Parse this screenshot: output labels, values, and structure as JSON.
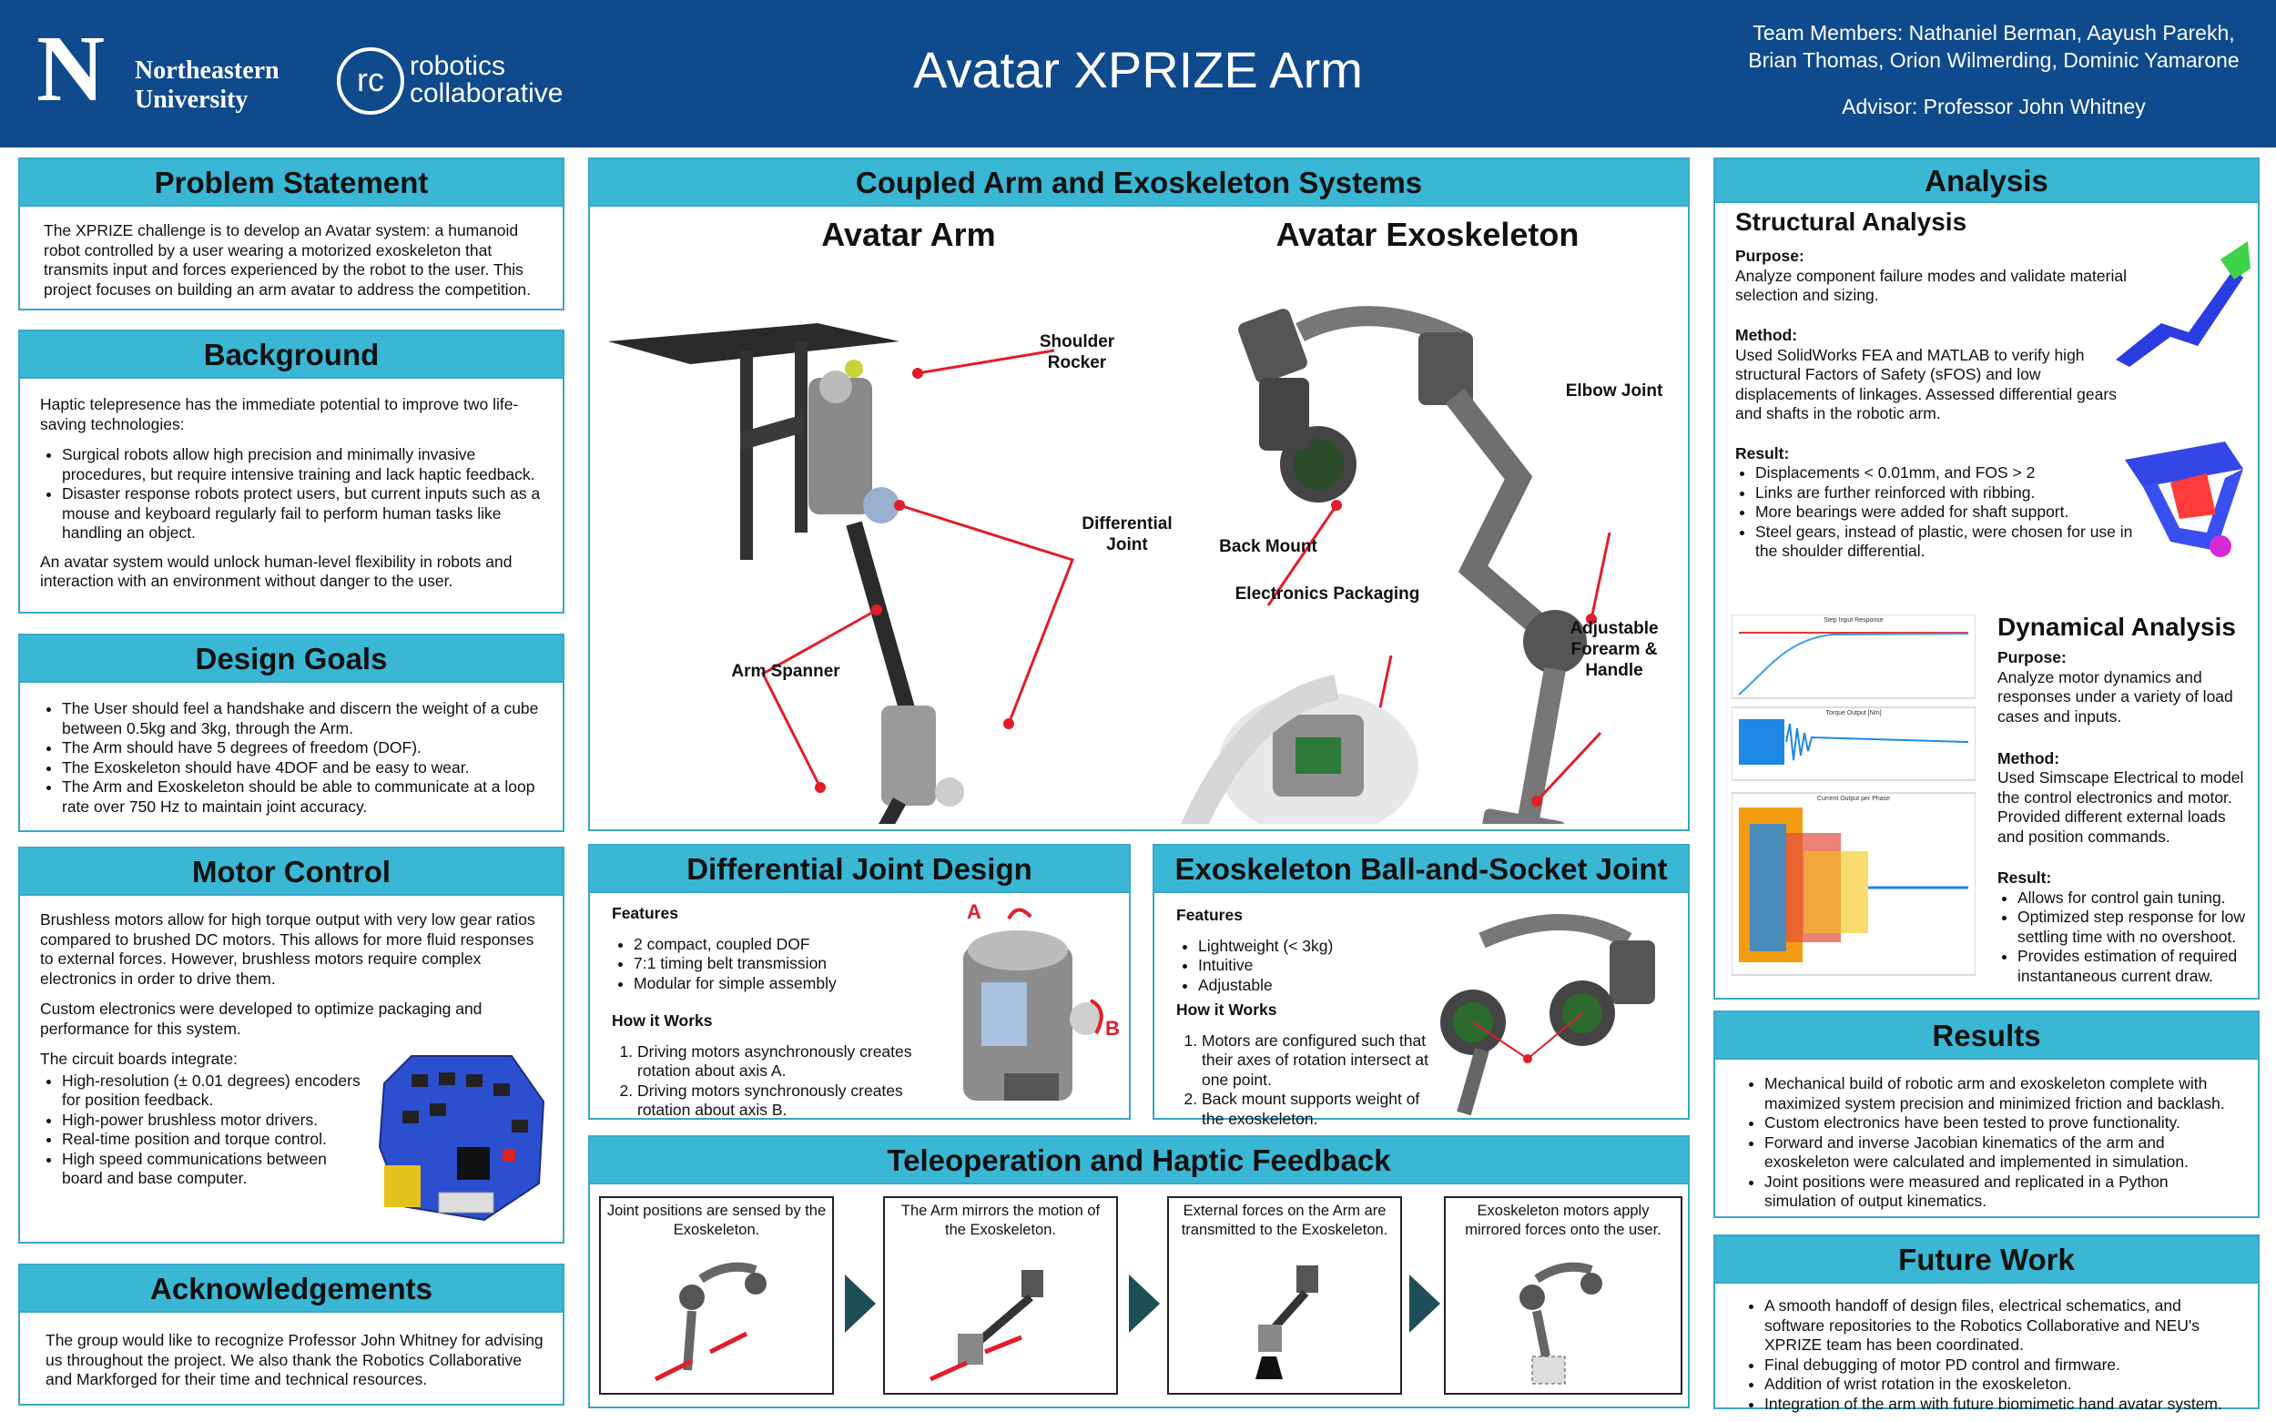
{
  "header": {
    "university_line1": "Northeastern",
    "university_line2": "University",
    "rc_mark": "rc",
    "rc_line1": "robotics",
    "rc_line2": "collaborative",
    "title": "Avatar XPRIZE Arm",
    "team_line1": "Team Members: Nathaniel Berman, Aayush Parekh,",
    "team_line2": "Brian Thomas, Orion Wilmerding, Dominic Yamarone",
    "advisor": "Advisor: Professor John Whitney"
  },
  "problem": {
    "title": "Problem Statement",
    "text": "The XPRIZE challenge is to develop an Avatar system: a humanoid robot controlled by a user wearing a motorized exoskeleton that transmits input and forces experienced by the robot to the user. This project focuses on building an arm avatar to address the competition."
  },
  "background": {
    "title": "Background",
    "intro": "Haptic telepresence has the immediate potential to improve two life-saving technologies:",
    "bullets": [
      "Surgical robots allow high precision and minimally invasive procedures, but require intensive training and lack haptic feedback.",
      "Disaster response robots protect users, but current inputs such as a mouse and keyboard regularly fail to perform human tasks like handling an object."
    ],
    "outro": "An avatar system would unlock human-level flexibility in robots and interaction with an environment without danger to the user."
  },
  "goals": {
    "title": "Design Goals",
    "bullets": [
      "The User should feel a handshake and discern the weight of a cube between 0.5kg and 3kg, through the Arm.",
      "The Arm should have 5 degrees of freedom (DOF).",
      "The Exoskeleton should have 4DOF and be easy to wear.",
      "The Arm and Exoskeleton should be able to communicate at a loop rate over 750 Hz to maintain joint accuracy."
    ]
  },
  "motor": {
    "title": "Motor Control",
    "p1": "Brushless motors allow for high torque output with very low gear ratios compared to brushed DC motors. This allows for more fluid responses to external forces. However, brushless motors require complex electronics in order to drive them.",
    "p2": "Custom electronics were developed to optimize packaging and performance for this system.",
    "p3": "The circuit boards integrate:",
    "bullets": [
      "High-resolution (± 0.01 degrees) encoders for position feedback.",
      "High-power brushless motor drivers.",
      "Real-time position and torque control.",
      "High speed communications between board and base computer."
    ]
  },
  "ack": {
    "title": "Acknowledgements",
    "text": "The group would like to recognize Professor John Whitney for advising us throughout the project. We also thank the Robotics Collaborative and Markforged for their time and technical resources."
  },
  "coupled": {
    "title": "Coupled Arm and Exoskeleton Systems",
    "arm_title": "Avatar Arm",
    "exo_title": "Avatar Exoskeleton",
    "labels": {
      "shoulder": "Shoulder Rocker",
      "differential": "Differential Joint",
      "spanner": "Arm Spanner",
      "elbow": "Elbow Joint",
      "back": "Back Mount",
      "electronics": "Electronics Packaging",
      "forearm": "Adjustable Forearm & Handle"
    }
  },
  "diff": {
    "title": "Differential Joint Design",
    "features_head": "Features",
    "features": [
      "2 compact, coupled DOF",
      "7:1 timing belt transmission",
      "Modular for simple assembly"
    ],
    "how_head": "How it Works",
    "how": [
      "Driving motors asynchronously creates rotation about axis A.",
      "Driving motors synchronously creates rotation about axis B."
    ],
    "axis_a": "A",
    "axis_b": "B"
  },
  "ball": {
    "title": "Exoskeleton Ball-and-Socket Joint",
    "features_head": "Features",
    "features": [
      "Lightweight (< 3kg)",
      "Intuitive",
      "Adjustable"
    ],
    "how_head": "How it Works",
    "how": [
      "Motors are configured such that their axes of rotation intersect at one point.",
      "Back mount supports weight of the exoskeleton."
    ]
  },
  "tele": {
    "title": "Teleoperation and Haptic Feedback",
    "steps": [
      "Joint positions are sensed by the Exoskeleton.",
      "The Arm mirrors the motion of the Exoskeleton.",
      "External forces on the Arm are transmitted to the Exoskeleton.",
      "Exoskeleton motors apply mirrored forces onto the user."
    ]
  },
  "analysis": {
    "title": "Analysis",
    "structural": "Structural Analysis",
    "purpose_head": "Purpose:",
    "purpose": "Analyze component failure modes and validate material selection and sizing.",
    "method_head": "Method:",
    "method": "Used SolidWorks FEA and MATLAB to verify high structural Factors of Safety (sFOS) and low displacements of linkages. Assessed differential gears and shafts in the robotic arm.",
    "result_head": "Result:",
    "results": [
      "Displacements < 0.01mm, and FOS > 2",
      "Links are further reinforced with ribbing.",
      "More bearings were added for shaft support.",
      "Steel gears, instead of plastic, were chosen for use in the shoulder differential."
    ],
    "dynamical": "Dynamical Analysis",
    "d_purpose_head": "Purpose:",
    "d_purpose": "Analyze motor dynamics and responses under a variety of load cases and inputs.",
    "d_method_head": "Method:",
    "d_method": "Used Simscape Electrical to model the control electronics and motor. Provided different external loads and position commands.",
    "d_result_head": "Result:",
    "d_results": [
      "Allows for control gain tuning.",
      "Optimized step response for low settling time with no overshoot.",
      "Provides estimation of required instantaneous current draw."
    ],
    "plot1_title": "Step Input Response",
    "plot2_title": "Torque Output [Nm]",
    "plot3_title": "Current Output per Phase"
  },
  "results": {
    "title": "Results",
    "bullets": [
      "Mechanical build of robotic arm and exoskeleton complete with maximized system precision and minimized friction and backlash.",
      "Custom electronics have been tested to prove functionality.",
      "Forward and inverse Jacobian kinematics of the arm and exoskeleton were calculated and implemented in simulation.",
      "Joint positions were measured and replicated in a Python simulation of output kinematics."
    ]
  },
  "future": {
    "title": "Future Work",
    "bullets": [
      "A smooth handoff of design files, electrical schematics, and software repositories to the Robotics Collaborative and NEU's XPRIZE team has been coordinated.",
      "Final debugging of motor PD control and firmware.",
      "Addition of wrist rotation in the exoskeleton.",
      "Integration of the arm with future biomimetic hand avatar system."
    ]
  },
  "colors": {
    "header": "#0f4a8c",
    "panel_title": "#3ab7d4",
    "callout": "#e11d2a"
  }
}
